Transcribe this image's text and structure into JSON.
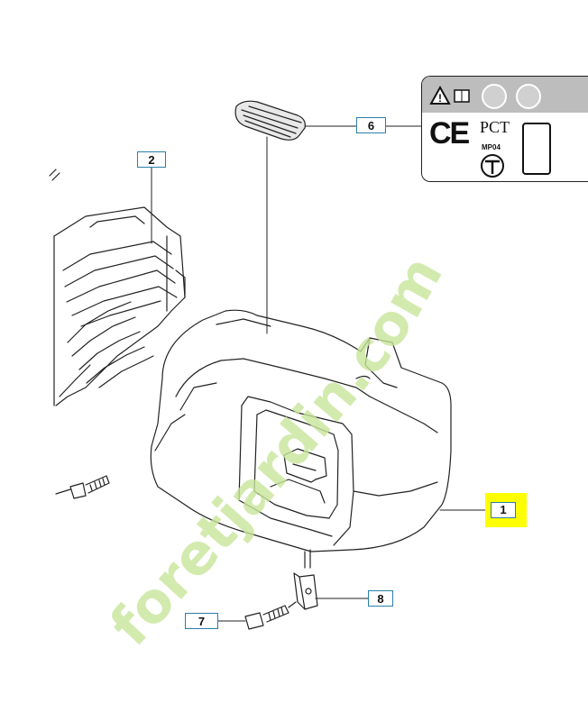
{
  "callouts": [
    {
      "id": "part-1",
      "label": "1",
      "highlighted": true
    },
    {
      "id": "part-2",
      "label": "2",
      "highlighted": false
    },
    {
      "id": "part-6",
      "label": "6",
      "highlighted": false
    },
    {
      "id": "part-7",
      "label": "7",
      "highlighted": false
    },
    {
      "id": "part-8",
      "label": "8",
      "highlighted": false
    }
  ],
  "certification_label": {
    "marks": [
      "CE",
      "PCT",
      "MP04"
    ]
  },
  "watermark": {
    "text": "foretjardin.com",
    "color_green": "#c9e59a",
    "color_grey": "#d9d4c9"
  },
  "colors": {
    "callout_border": "#2b7fa8",
    "highlight": "#ffff00",
    "line": "#222222"
  }
}
